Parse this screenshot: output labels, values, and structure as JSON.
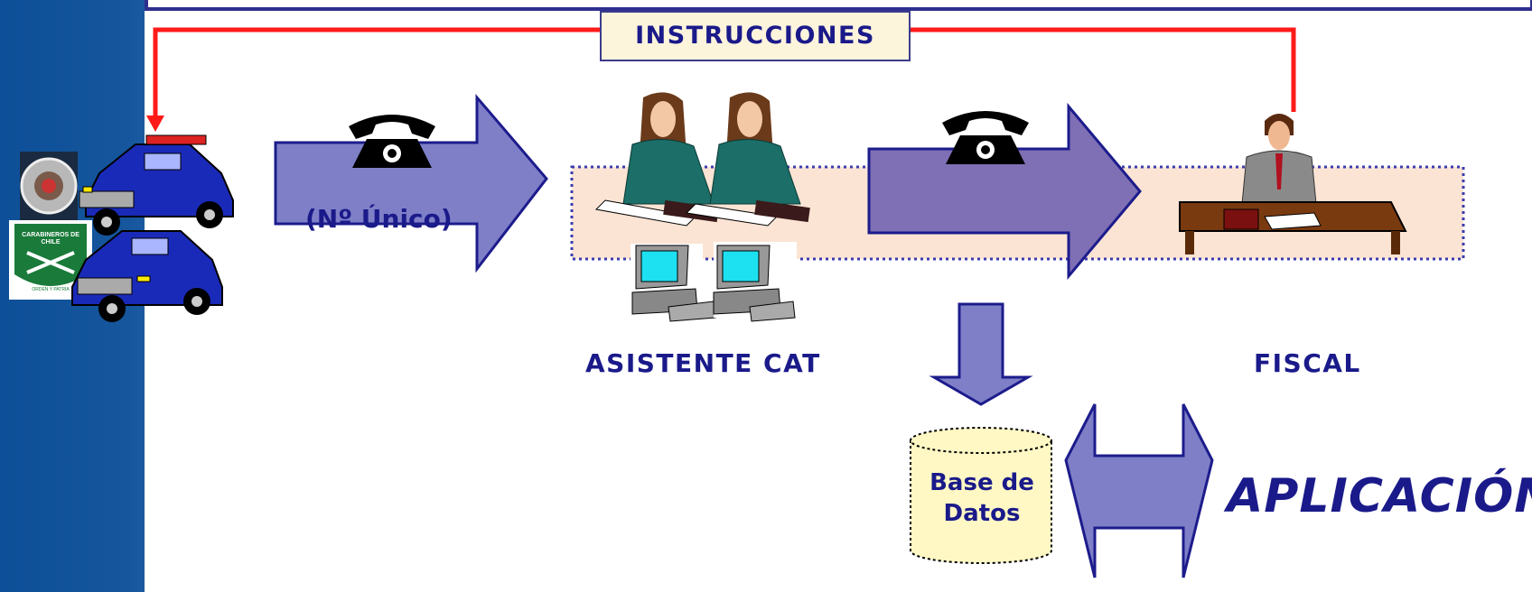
{
  "labels": {
    "instructions": "INSTRUCCIONES",
    "unique_number": "(Nº Único)",
    "assistant": "ASISTENTE CAT",
    "prosecutor": "FISCAL",
    "database_line1": "Base de",
    "database_line2": "Datos",
    "application": "APLICACIÓN"
  },
  "badges": {
    "carabineros_top": "CARABINEROS DE",
    "carabineros_bottom": "CHILE",
    "motto": "ORDEN Y PATRIA"
  },
  "colors": {
    "sidebar": "#0d4f98",
    "frame": "#2e2f8e",
    "red_line": "#ff1a1a",
    "arrow_fill": "#7f7fc8",
    "arrow_stroke": "#1c1c8c",
    "zone_fill": "#fbe4d4",
    "zone_border": "#3c3cae",
    "text": "#1a1a8a"
  }
}
